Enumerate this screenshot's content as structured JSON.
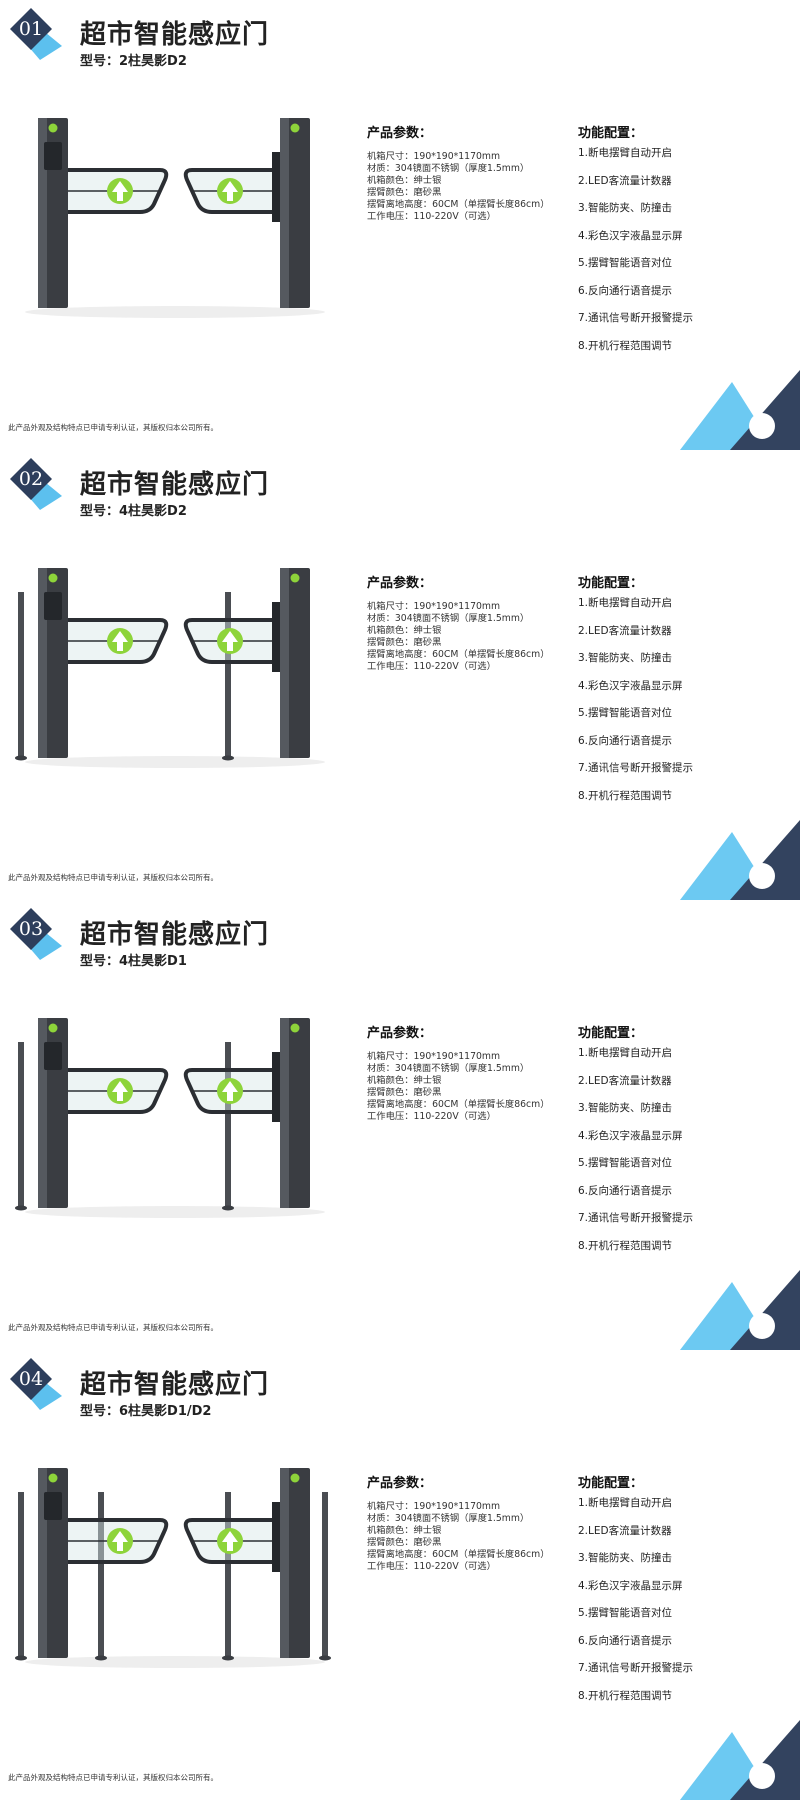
{
  "colors": {
    "badge_dark": "#2d3e5c",
    "badge_light": "#5cc0ee",
    "deco_navy": "#33435f",
    "deco_sky": "#6cc9f2",
    "arrow_green": "#8ed43a"
  },
  "icons": {
    "gate_arrow": "up-arrow-icon",
    "deco_circle": "circle-icon"
  },
  "sections": [
    {
      "number": "01",
      "title": "超市智能感应门",
      "model": "型号：2柱昊影D2",
      "params_heading": "产品参数：",
      "params": [
        "机箱尺寸：190*190*1170mm",
        "材质：304镜面不锈钢（厚度1.5mm）",
        "机箱颜色：绅士银",
        "摆臂颜色：磨砂黑",
        "摆臂离地高度：60CM（单摆臂长度86cm）",
        "工作电压：110-220V（可选）"
      ],
      "features_heading": "功能配置：",
      "features": [
        "1.断电摆臂自动开启",
        "2.LED客流量计数器",
        "3.智能防夹、防撞击",
        "4.彩色汉字液晶显示屏",
        "5.摆臂智能语音对位",
        "6.反向通行语音提示",
        "7.通讯信号断开报警提示",
        "8.开机行程范围调节"
      ],
      "footnote": "此产品外观及结构特点已申请专利认证，其版权归本公司所有。"
    },
    {
      "number": "02",
      "title": "超市智能感应门",
      "model": "型号：4柱昊影D2",
      "params_heading": "产品参数：",
      "params": [
        "机箱尺寸：190*190*1170mm",
        "材质：304镜面不锈钢（厚度1.5mm）",
        "机箱颜色：绅士银",
        "摆臂颜色：磨砂黑",
        "摆臂离地高度：60CM（单摆臂长度86cm）",
        "工作电压：110-220V（可选）"
      ],
      "features_heading": "功能配置：",
      "features": [
        "1.断电摆臂自动开启",
        "2.LED客流量计数器",
        "3.智能防夹、防撞击",
        "4.彩色汉字液晶显示屏",
        "5.摆臂智能语音对位",
        "6.反向通行语音提示",
        "7.通讯信号断开报警提示",
        "8.开机行程范围调节"
      ],
      "footnote": "此产品外观及结构特点已申请专利认证，其版权归本公司所有。"
    },
    {
      "number": "03",
      "title": "超市智能感应门",
      "model": "型号：4柱昊影D1",
      "params_heading": "产品参数：",
      "params": [
        "机箱尺寸：190*190*1170mm",
        "材质：304镜面不锈钢（厚度1.5mm）",
        "机箱颜色：绅士银",
        "摆臂颜色：磨砂黑",
        "摆臂离地高度：60CM（单摆臂长度86cm）",
        "工作电压：110-220V（可选）"
      ],
      "features_heading": "功能配置：",
      "features": [
        "1.断电摆臂自动开启",
        "2.LED客流量计数器",
        "3.智能防夹、防撞击",
        "4.彩色汉字液晶显示屏",
        "5.摆臂智能语音对位",
        "6.反向通行语音提示",
        "7.通讯信号断开报警提示",
        "8.开机行程范围调节"
      ],
      "footnote": "此产品外观及结构特点已申请专利认证，其版权归本公司所有。"
    },
    {
      "number": "04",
      "title": "超市智能感应门",
      "model": "型号：6柱昊影D1/D2",
      "params_heading": "产品参数：",
      "params": [
        "机箱尺寸：190*190*1170mm",
        "材质：304镜面不锈钢（厚度1.5mm）",
        "机箱颜色：绅士银",
        "摆臂颜色：磨砂黑",
        "摆臂离地高度：60CM（单摆臂长度86cm）",
        "工作电压：110-220V（可选）"
      ],
      "features_heading": "功能配置：",
      "features": [
        "1.断电摆臂自动开启",
        "2.LED客流量计数器",
        "3.智能防夹、防撞击",
        "4.彩色汉字液晶显示屏",
        "5.摆臂智能语音对位",
        "6.反向通行语音提示",
        "7.通讯信号断开报警提示",
        "8.开机行程范围调节"
      ],
      "footnote": "此产品外观及结构特点已申请专利认证，其版权归本公司所有。"
    }
  ]
}
